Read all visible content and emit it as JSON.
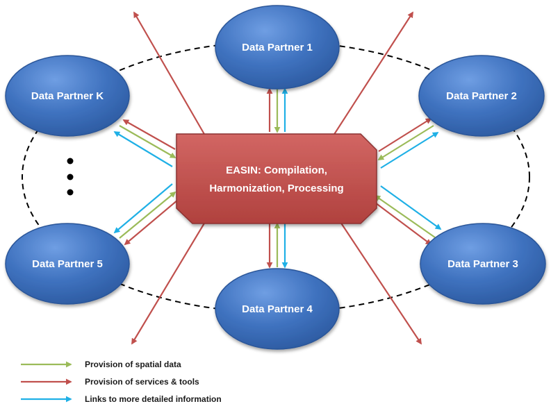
{
  "center": {
    "line1": "EASIN: Compilation,",
    "line2": "Harmonization, Processing"
  },
  "partners": {
    "p1": "Data Partner 1",
    "p2": "Data Partner 2",
    "p3": "Data Partner 3",
    "p4": "Data Partner 4",
    "p5": "Data Partner 5",
    "pk": "Data Partner K"
  },
  "legend": {
    "spatial": {
      "label": "Provision of spatial data",
      "color": "#9bbb59"
    },
    "services": {
      "label": "Provision of services & tools",
      "color": "#c0504d"
    },
    "links": {
      "label": "Links to more detailed information",
      "color": "#1fb0e6"
    }
  },
  "colors": {
    "partner_fill": "#3f72bf",
    "partner_stroke": "#2a5598",
    "center_fill": "#c0504d",
    "center_stroke": "#8c3331"
  }
}
